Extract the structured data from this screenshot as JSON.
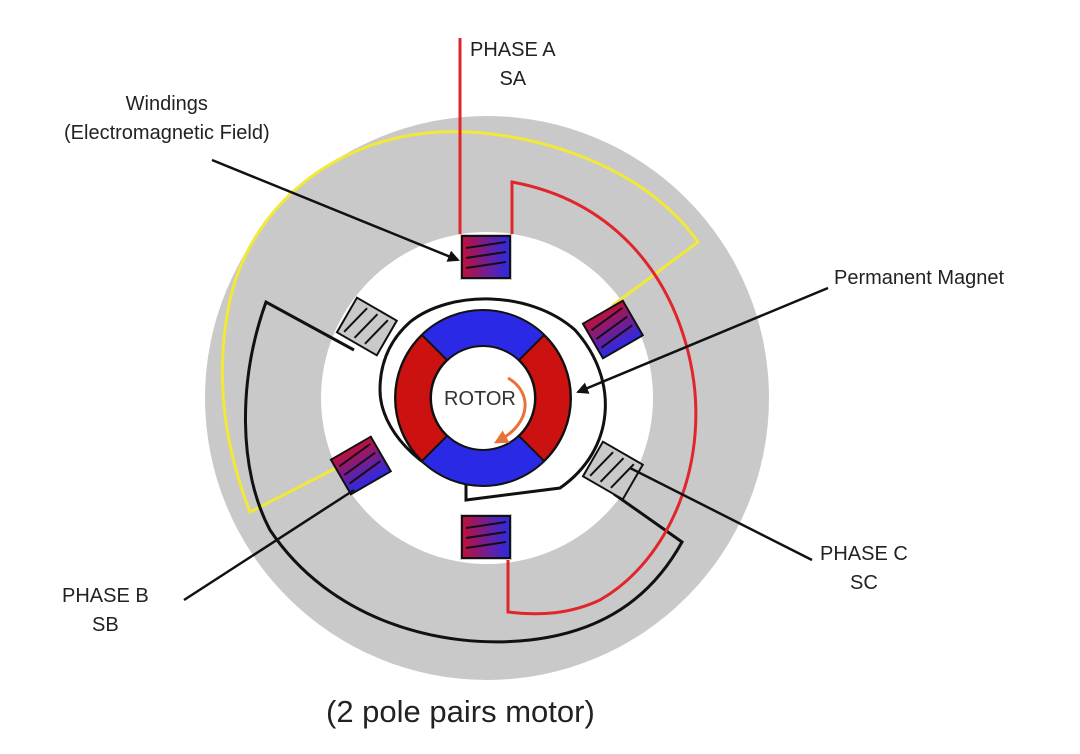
{
  "labels": {
    "phase_a": [
      "PHASE A",
      "SA"
    ],
    "phase_b": [
      "PHASE B",
      "SB"
    ],
    "phase_c": [
      "PHASE C",
      "SC"
    ],
    "windings": [
      "Windings",
      "(Electromagnetic Field)"
    ],
    "permanent_magnet": "Permanent Magnet",
    "rotor": "ROTOR",
    "caption": "(2 pole pairs motor)"
  },
  "colors": {
    "stator": "#c9c9c9",
    "phase_a_wire": "#e0262b",
    "phase_b_wire": "#111111",
    "phase_c_wire": "#f2e838",
    "magnet_north": "#cc1111",
    "magnet_south": "#2a2ae6",
    "rotation_arrow": "#e8733a"
  },
  "icons": {
    "rotation": "rotation-arrow-icon"
  }
}
